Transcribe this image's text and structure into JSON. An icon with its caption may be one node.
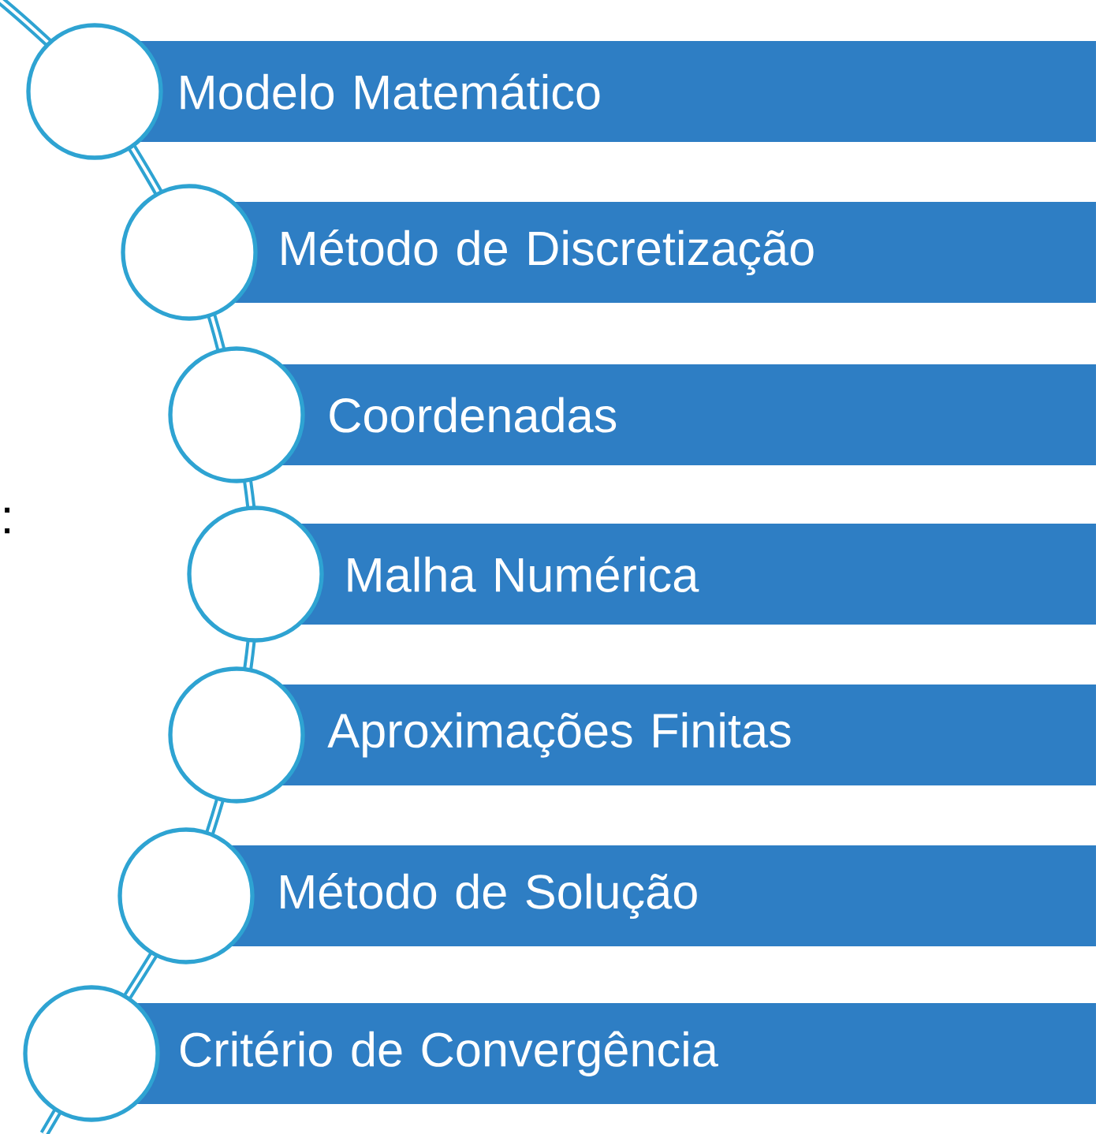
{
  "diagram": {
    "nodes": [
      {
        "text": [
          "Modelo Matemático"
        ]
      },
      {
        "text": [
          "Método de Discretização"
        ]
      },
      {
        "text": [
          "Coordenadas"
        ]
      },
      {
        "text": [
          "Malha Numérica"
        ]
      },
      {
        "text": [
          "Aproximações Finitas"
        ]
      },
      {
        "text": [
          "Método de Solução"
        ]
      },
      {
        "text": [
          "Critério de Convergência"
        ]
      }
    ],
    "labels": [
      ":"
    ]
  }
}
